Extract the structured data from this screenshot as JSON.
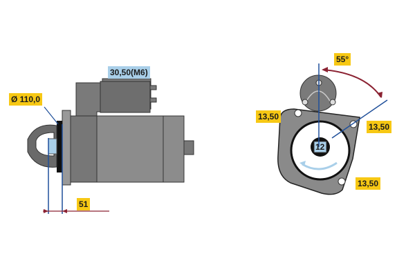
{
  "side_view": {
    "diameter_label": "Ø 110,0",
    "terminal_label": "30,50(M6)",
    "distance_label": "51"
  },
  "front_view": {
    "angle_label": "55°",
    "hole_label_left": "13,50",
    "hole_label_right": "13,50",
    "hole_label_bottom": "13,50",
    "teeth_count": "12"
  },
  "colors": {
    "label_yellow": "#f7c814",
    "label_blue": "#a9cfe9",
    "body_gray": "#8a8a8a",
    "dim_line_blue": "#1f4f9a",
    "dim_arrow_red": "#8b2232"
  }
}
